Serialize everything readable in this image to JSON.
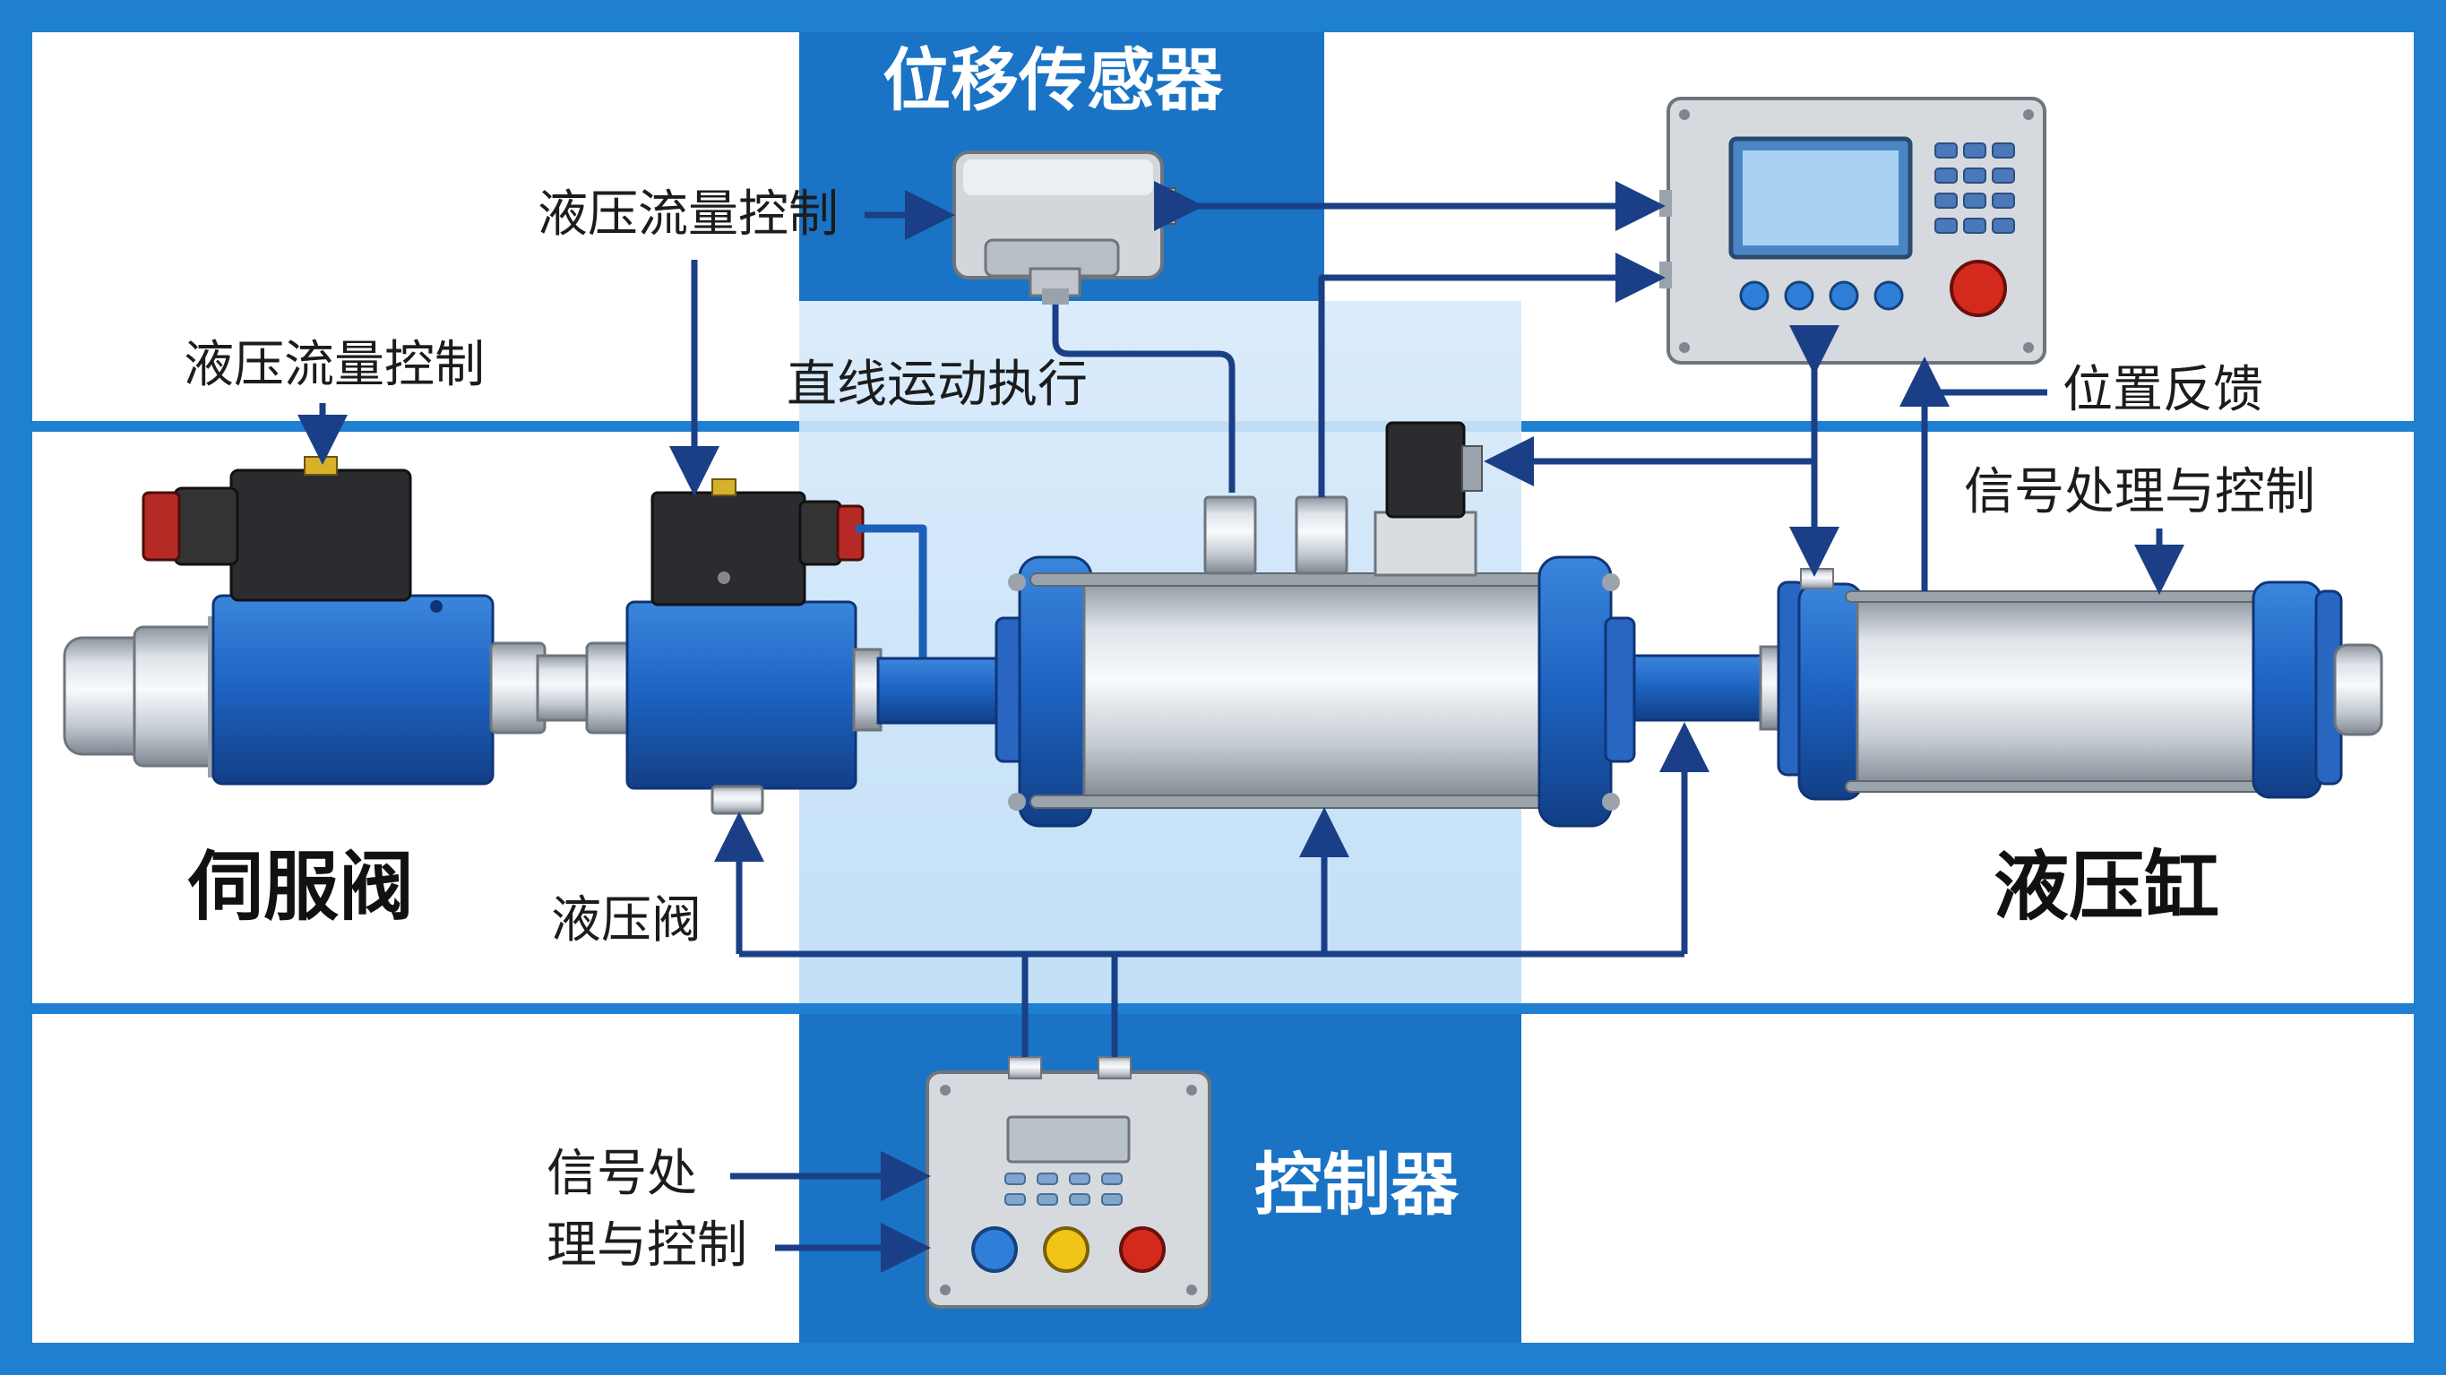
{
  "labels": {
    "sensor_title": "位移传感器",
    "controller_title": "控制器",
    "servo_valve": "伺服阀",
    "hydraulic_cylinder": "液压缸",
    "hydraulic_valve": "液压阀",
    "flow_control_top": "液压流量控制",
    "flow_control_left": "液压流量控制",
    "linear_motion": "直线运动执行",
    "position_feedback": "位置反馈",
    "signal_processing_right": "信号处理与控制",
    "signal_processing_line1": "信号处",
    "signal_processing_line2": "理与控制"
  },
  "colors": {
    "frame_blue": "#1f7fd0",
    "band_blue": "#1a73c4",
    "pale_blue": "#cfe6fa",
    "component_blue": "#1d5fb8",
    "arrow_navy": "#1a3f86",
    "steel": "#c9cfd6",
    "red_button": "#d42a1e",
    "blue_button": "#2f7fd8",
    "yellow_button": "#f2c418"
  },
  "icons": {
    "displacement_sensor": "sensor-icon",
    "control_panel": "control-panel-icon",
    "servo_valve": "servo-valve-icon",
    "hydraulic_valve": "hydraulic-valve-icon",
    "cylinder": "hydraulic-cylinder-icon",
    "controller_box": "controller-icon"
  }
}
